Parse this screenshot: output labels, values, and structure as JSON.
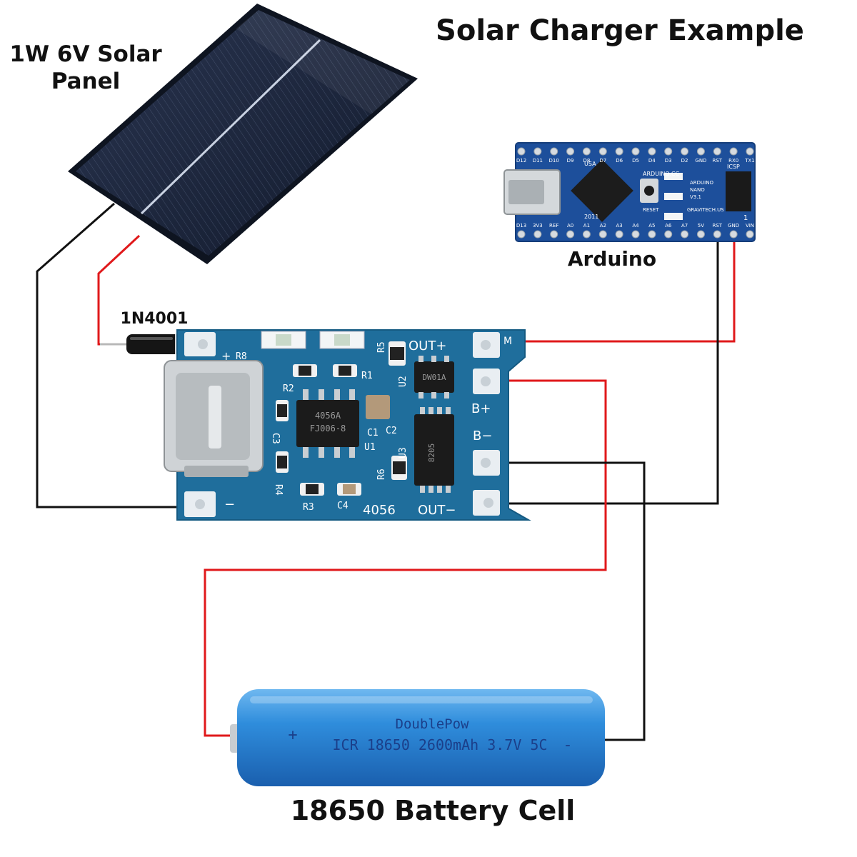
{
  "title": "Solar Charger Example",
  "labels": {
    "solar_panel_line1": "1W 6V Solar",
    "solar_panel_line2": "Panel",
    "arduino": "Arduino",
    "diode": "1N4001",
    "battery": "18650 Battery Cell"
  },
  "charger_board": {
    "out_plus": "OUT+",
    "out_minus": "OUT−",
    "b_plus": "B+",
    "b_minus": "B−",
    "in_plus": "+",
    "in_minus": "−",
    "model": "4056",
    "chip_u1_line1": "4056A",
    "chip_u1_line2": "FJ006-8",
    "chip_u2": "DW01A",
    "chip_u3": "8205",
    "corner_mark": "M",
    "ref_r1": "R1",
    "ref_r2": "R2",
    "ref_r3": "R3",
    "ref_r4": "R4",
    "ref_r5": "R5",
    "ref_r6": "R6",
    "ref_r8": "R8",
    "ref_c1": "C1",
    "ref_c2": "C2",
    "ref_c3": "C3",
    "ref_c4": "C4",
    "ref_u1": "U1",
    "ref_u2": "U2",
    "ref_u3": "U3"
  },
  "arduino_board": {
    "pins_top": [
      "TX1",
      "RX0",
      "RST",
      "GND",
      "D2",
      "D3",
      "D4",
      "D5",
      "D6",
      "D7",
      "D8",
      "D9",
      "D10",
      "D11",
      "D12"
    ],
    "pins_bottom": [
      "D13",
      "3V3",
      "REF",
      "A0",
      "A1",
      "A2",
      "A3",
      "A4",
      "A5",
      "A6",
      "A7",
      "5V",
      "RST",
      "GND",
      "VIN"
    ],
    "text_usa": "USA",
    "text_year": "2011",
    "text_site": "ARDUINO.CC",
    "text_nano_1": "ARDUINO",
    "text_nano_2": "NANO",
    "text_nano_3": "V3.1",
    "text_grav_1": "GRAVITECH.US",
    "text_icsp": "ICSP",
    "text_reset": "RESET",
    "text_one": "1"
  },
  "battery_text": {
    "brand": "DoublePow",
    "spec": "ICR 18650 2600mAh 3.7V 5C",
    "plus": "+",
    "minus": "-"
  },
  "colors": {
    "wire_red": "#e0191b",
    "wire_black": "#111111",
    "pcb_blue": "#1f6e9c",
    "arduino_blue": "#1d4f9b",
    "battery_blue": "#2e86d4"
  }
}
